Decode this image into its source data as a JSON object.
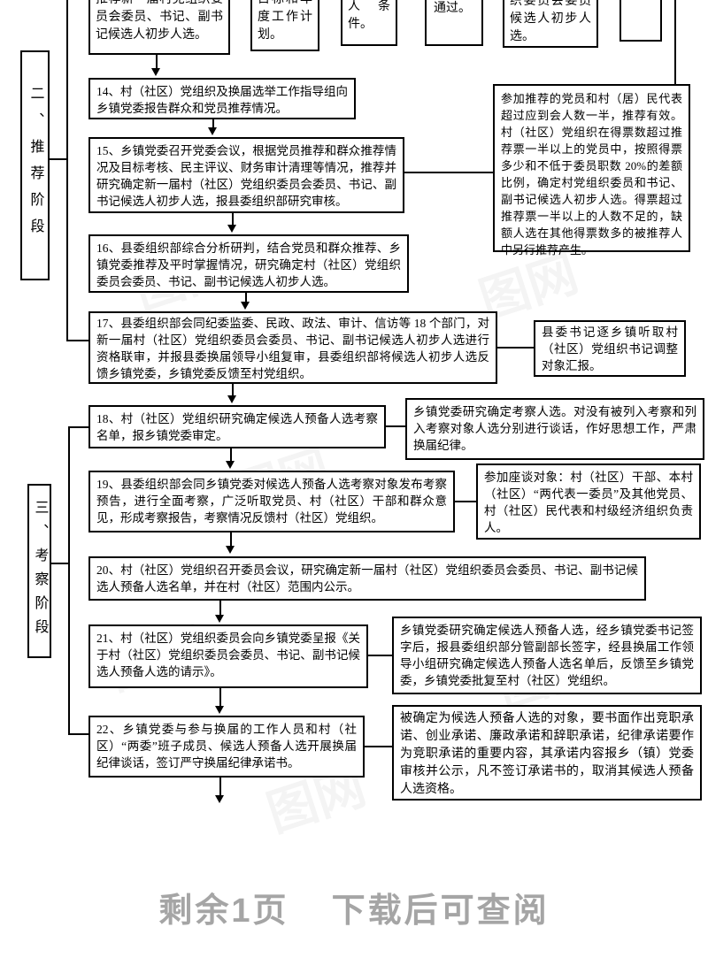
{
  "phases": {
    "p2": "二、推荐阶段",
    "p3": "三、考察阶段"
  },
  "top_row": {
    "a": "推荐新一届村党组织委员会委员、书记、副书记候选人初步人选。",
    "b": "目标和年度工作计划。",
    "c": "人　条件。",
    "d": "通过。",
    "e": "织委员会委员候选人初步人选。"
  },
  "steps": {
    "s14": "14、村（社区）党组织及换届选举工作指导组向乡镇党委报告群众和党员推荐情况。",
    "s15": "15、乡镇党委召开党委会议，根据党员推荐和群众推荐情况及目标考核、民主评议、财务审计清理等情况，推荐并研究确定新一届村（社区）党组织委员会委员、书记、副书记候选人初步人选，报县委组织部研究审核。",
    "s16": "16、县委组织部综合分析研判，结合党员和群众推荐、乡镇党委推荐及平时掌握情况，研究确定村（社区）党组织委员会委员、书记、副书记候选人初步人选。",
    "s17": "17、县委组织部会同纪委监委、民政、政法、审计、信访等 18 个部门，对新一届村（社区）党组织委员会委员、书记、副书记候选人初步人选进行资格联审，并报县委换届领导小组复审，县委组织部将候选人初步人选反馈乡镇党委，乡镇党委反馈至村党组织。",
    "s18": "18、村（社区）党组织研究确定候选人预备人选考察名单，报乡镇党委审定。",
    "s19": "19、县委组织部会同乡镇党委对候选人预备人选考察对象发布考察预告，进行全面考察，广泛听取党员、村（社区）干部和群众意见，形成考察报告，考察情况反馈村（社区）党组织。",
    "s20": "20、村（社区）党组织召开委员会议，研究确定新一届村（社区）党组织委员会委员、书记、副书记候选人预备人选名单，并在村（社区）范围内公示。",
    "s21": "21、村（社区）党组织委员会向乡镇党委呈报《关于村（社区）党组织委员会委员、书记、副书记候选人预备人选的请示》。",
    "s22": "22、乡镇党委与参与换届的工作人员和村（社区）“两委”班子成员、候选人预备人选开展换届纪律谈话，签订严守换届纪律承诺书。"
  },
  "notes": {
    "n1": "参加推荐的党员和村（居）民代表超过应到会人数一半，推荐有效。村（社区）党组织在得票数超过推荐票一半以上的党员中，按照得票多少和不低于委员职数 20%的差额比例，确定村党组织委员和书记、副书记候选人初步人选。得票超过推荐票一半以上的人数不足的，缺额人选在其他得票数多的被推荐人中另行推荐产生。",
    "n2": "县委书记逐乡镇听取村（社区）党组织书记调整对象汇报。",
    "n3": "乡镇党委研究确定考察人选。对没有被列入考察和列入考察对象人选分别进行谈话，作好思想工作，严肃换届纪律。",
    "n4": "参加座谈对象：村（社区）干部、本村（社区）“两代表一委员”及其他党员、村（社区）民代表和村级经济组织负责人。",
    "n5": "乡镇党委研究确定候选人预备人选，经乡镇党委书记签字后，报县委组织部分管副部长签字，经县换届工作领导小组研究确定候选人预备人选名单后，反馈至乡镇党委，乡镇党委批复至村（社区）党组织。",
    "n6": "被确定为候选人预备人选的对象，要书面作出竞职承诺、创业承诺、廉政承诺和辞职承诺，纪律承诺要作为竞职承诺的重要内容，其承诺内容报乡（镇）党委审核并公示，凡不签订承诺书的，取消其候选人预备人选资格。"
  },
  "footer": {
    "part1": "剩余1页",
    "part2": "下载后可查阅"
  },
  "watermark": {
    "text": "图网"
  }
}
